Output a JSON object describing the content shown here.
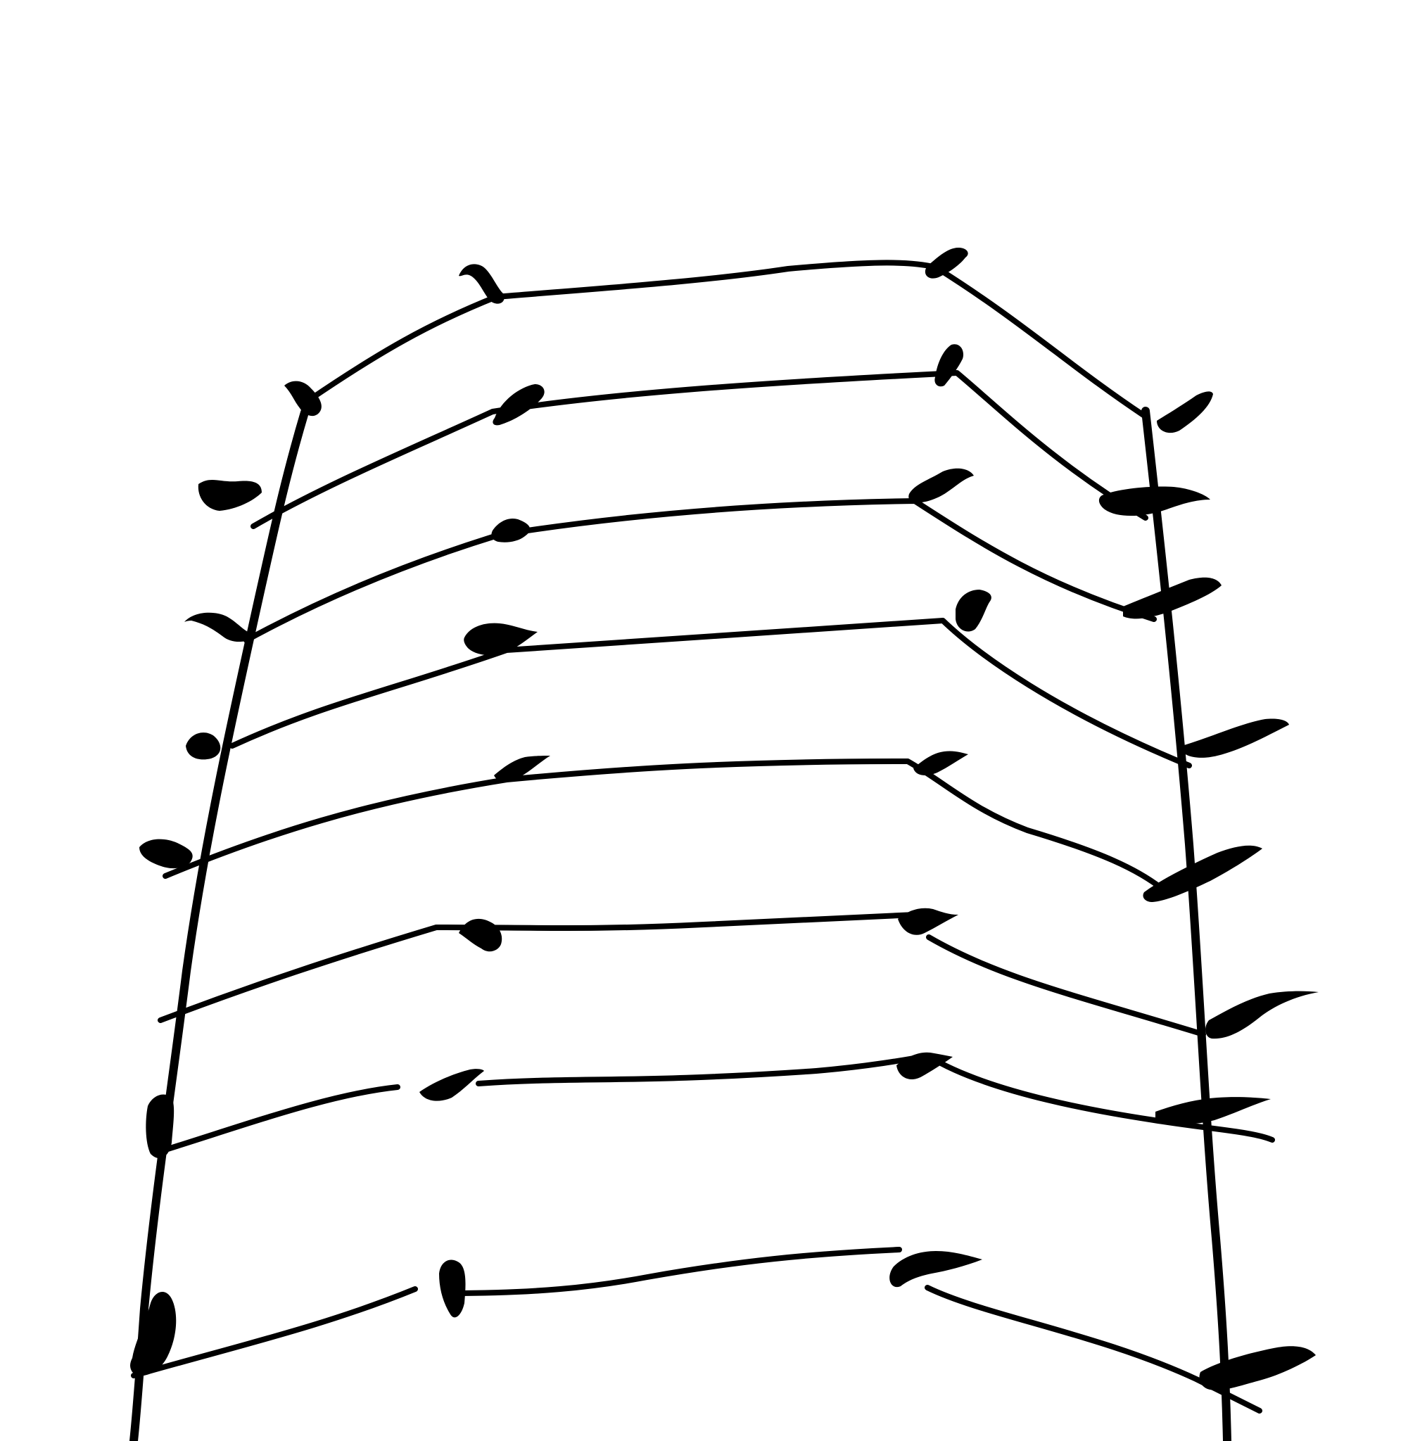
{
  "artwork": {
    "subject": "bird-wire-ladder-drawing",
    "stroke_color": "#000000",
    "background_color": "#ffffff",
    "elements": {
      "left_pole": "left-pole",
      "right_pole": "right-pole",
      "wires": 9,
      "birds": 30
    }
  }
}
